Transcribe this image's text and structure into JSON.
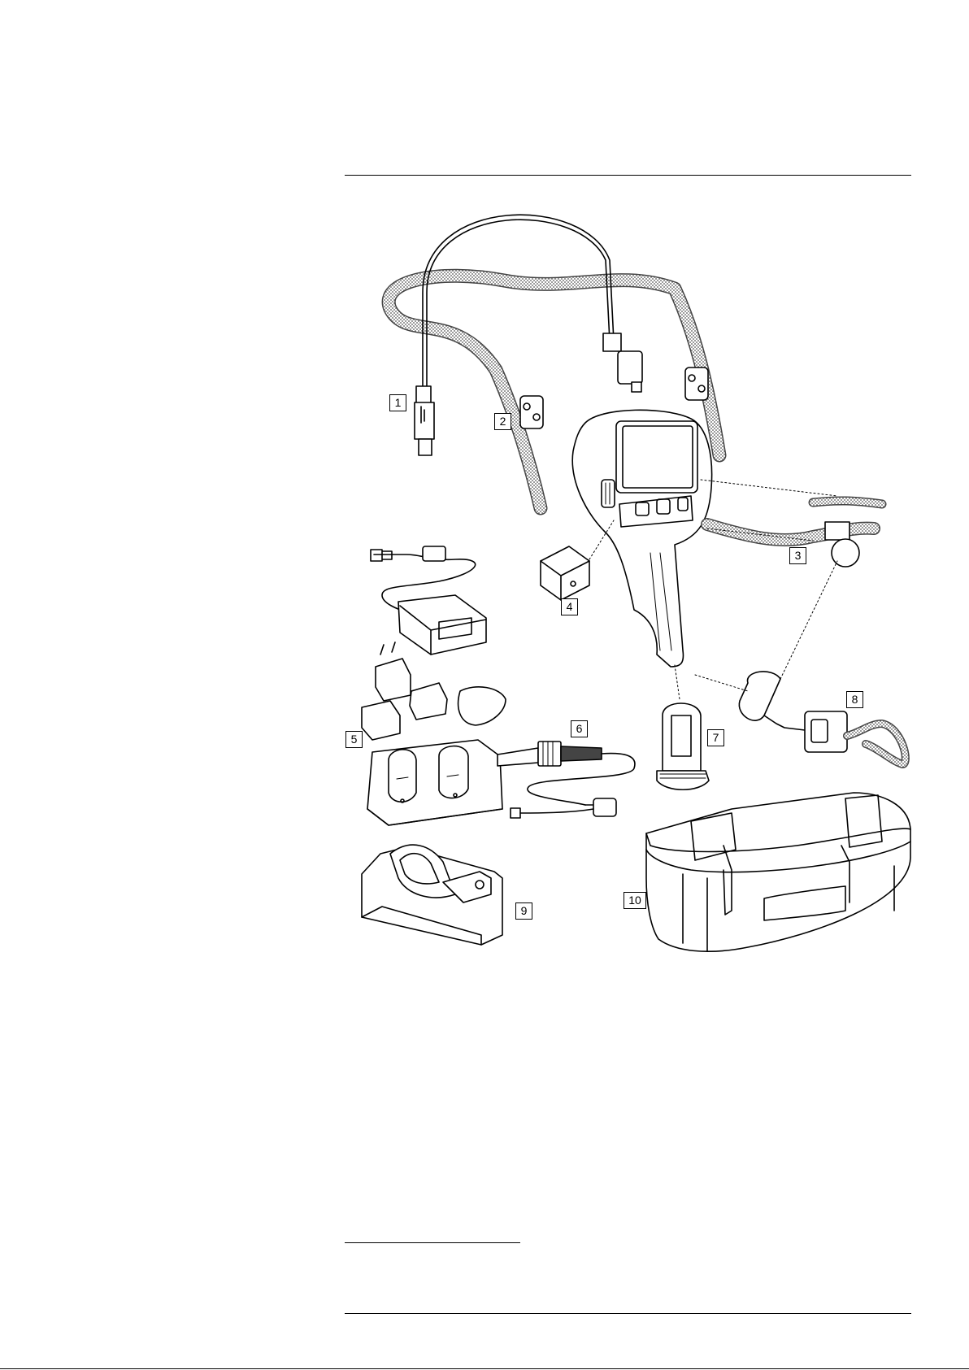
{
  "figure": {
    "callouts": [
      {
        "label": "1"
      },
      {
        "label": "2"
      },
      {
        "label": "3"
      },
      {
        "label": "4"
      },
      {
        "label": "5"
      },
      {
        "label": "6"
      },
      {
        "label": "7"
      },
      {
        "label": "8"
      },
      {
        "label": "9"
      },
      {
        "label": "10"
      }
    ]
  }
}
